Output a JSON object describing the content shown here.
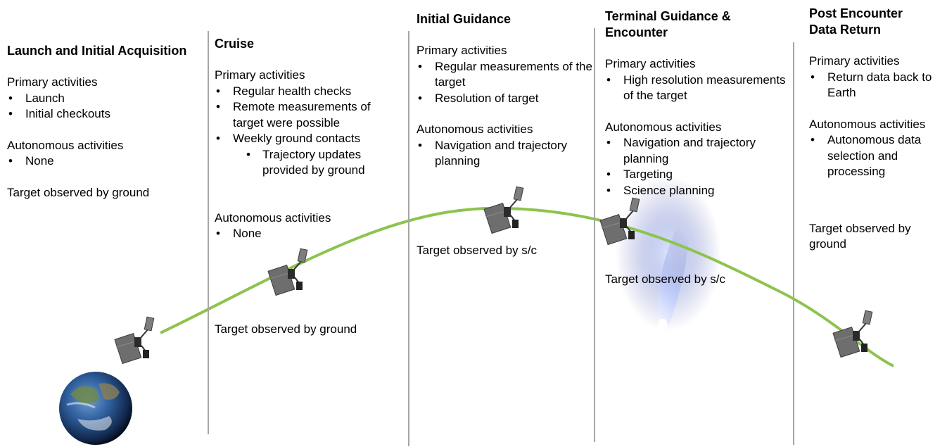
{
  "phases": [
    {
      "title": "Launch and Initial Acquisition",
      "primary_label": "Primary activities",
      "primary": [
        "Launch",
        "Initial checkouts"
      ],
      "autonomous_label": "Autonomous activities",
      "autonomous": [
        "None"
      ],
      "observation": "Target observed by ground"
    },
    {
      "title": "Cruise",
      "primary_label": "Primary activities",
      "primary": [
        "Regular health checks",
        "Remote measurements of target were possible",
        "Weekly ground contacts"
      ],
      "primary_sub": [
        "Trajectory updates provided by ground"
      ],
      "autonomous_label": "Autonomous activities",
      "autonomous": [
        "None"
      ],
      "observation": "Target observed by ground"
    },
    {
      "title": "Initial Guidance",
      "primary_label": "Primary activities",
      "primary": [
        "Regular measurements of the target",
        "Resolution of target"
      ],
      "autonomous_label": "Autonomous activities",
      "autonomous": [
        "Navigation and trajectory planning"
      ],
      "observation": "Target observed by s/c"
    },
    {
      "title": "Terminal Guidance & Encounter",
      "primary_label": "Primary activities",
      "primary": [
        "High resolution measurements of the target"
      ],
      "autonomous_label": "Autonomous activities",
      "autonomous": [
        "Navigation and trajectory planning",
        "Targeting",
        "Science planning"
      ],
      "observation": "Target observed by s/c"
    },
    {
      "title": "Post Encounter Data Return",
      "primary_label": "Primary activities",
      "primary": [
        "Return data back to Earth"
      ],
      "autonomous_label": "Autonomous activities",
      "autonomous": [
        "Autonomous data selection and processing"
      ],
      "observation": "Target observed by ground"
    }
  ],
  "colors": {
    "trajectory": "#8dc34f",
    "divider": "#a6a6a6",
    "comet": "#c9d7ff"
  },
  "icons": [
    "earth-icon",
    "spacecraft-icon",
    "comet-icon"
  ]
}
